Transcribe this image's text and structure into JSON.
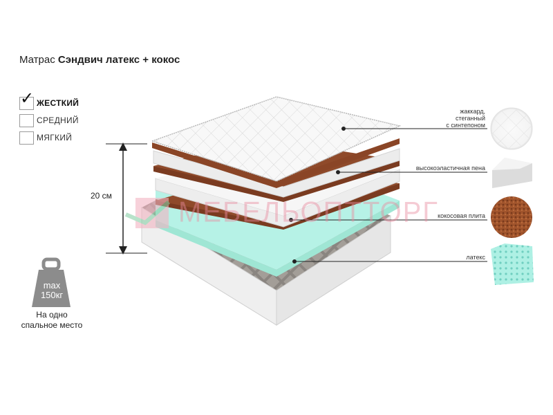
{
  "title": {
    "prefix": "Матрас",
    "name": "Сэндвич латекс + кокос"
  },
  "stiffness": [
    {
      "label": "ЖЕСТКИЙ",
      "checked": true
    },
    {
      "label": "СРЕДНИЙ",
      "checked": false
    },
    {
      "label": "МЯГКИЙ",
      "checked": false
    }
  ],
  "height": "20 см",
  "weight": {
    "line1": "max",
    "line2": "150кг",
    "note_line1": "На одно",
    "note_line2": "спальное место"
  },
  "layers": [
    {
      "label_lines": [
        "жаккард,",
        "стеганный",
        "с синтепоном"
      ],
      "swatch": "jacquard"
    },
    {
      "label_lines": [
        "высокоэластичная пена"
      ],
      "swatch": "foam"
    },
    {
      "label_lines": [
        "кокосовая плита"
      ],
      "swatch": "coir"
    },
    {
      "label_lines": [
        "латекс"
      ],
      "swatch": "latex"
    }
  ],
  "watermark": "МЕБЕЛЬОПТТОРГ",
  "colors": {
    "coir": "#8a4a2e",
    "latex": "#a8ecdc",
    "foam": "#e9e9e9",
    "cover": "#f7f7f7",
    "weight": "#8c8c8c",
    "watermark": "#e88ca0"
  }
}
